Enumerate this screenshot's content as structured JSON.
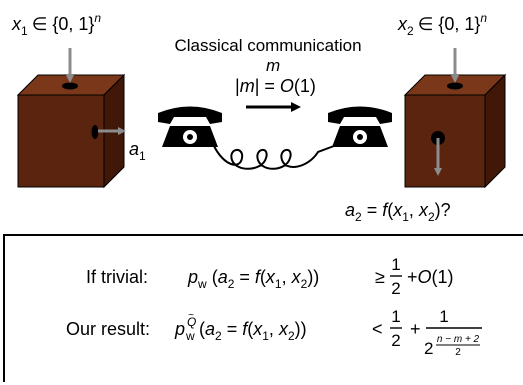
{
  "left_box": {
    "input": {
      "var": "x",
      "sub": "1",
      "set": "∈ {0, 1}",
      "exp": "n"
    },
    "output": {
      "var": "a",
      "sub": "1"
    }
  },
  "right_box": {
    "input": {
      "var": "x",
      "sub": "2",
      "set": "∈ {0, 1}",
      "exp": "n"
    },
    "output": {
      "var": "a",
      "sub": "2",
      "rest1": "= ",
      "f": "f",
      "rest2": "(",
      "x1": "x",
      "s1": "1",
      "comma": ", ",
      "x2": "x",
      "s2": "2",
      "tail": ")?"
    }
  },
  "channel": {
    "title": "Classical communication",
    "message_var": "m",
    "message_size": {
      "open": "|",
      "var": "m",
      "close": "| = ",
      "big_o": "O",
      "arg": "(1)"
    }
  },
  "results": {
    "trivial": {
      "label": "If trivial:",
      "p": "p",
      "p_sub": "w",
      "lhs": {
        "open": " (",
        "a": "a",
        "a_sub": "2",
        "eq": " = ",
        "f": "f",
        "paren": "(",
        "x1": "x",
        "x1_sub": "1",
        "comma": ", ",
        "x2": "x",
        "x2_sub": "2",
        "close": "))"
      },
      "rel": "≥",
      "frac": {
        "num": "1",
        "den": "2"
      },
      "plus": "+",
      "big_o": "O",
      "arg": "(1)"
    },
    "ours": {
      "label": "Our result:",
      "p": "p",
      "p_sub": "w",
      "p_sup": "Q",
      "p_sup_mark": "~",
      "lhs": {
        "open": " (",
        "a": "a",
        "a_sub": "2",
        "eq": " = ",
        "f": "f",
        "paren": "(",
        "x1": "x",
        "x1_sub": "1",
        "comma": ", ",
        "x2": "x",
        "x2_sub": "2",
        "close": "))"
      },
      "rel": "<",
      "frac": {
        "num": "1",
        "den": "2"
      },
      "plus": "+",
      "frac2": {
        "num": "1",
        "base": "2",
        "exp_num": "n − m + 2",
        "exp_den": "2"
      }
    }
  },
  "colors": {
    "box_front": "#5a240f",
    "box_top": "#7b3719",
    "box_side": "#411707",
    "arrow_gray": "#8c8c8c",
    "ink": "#000000"
  }
}
